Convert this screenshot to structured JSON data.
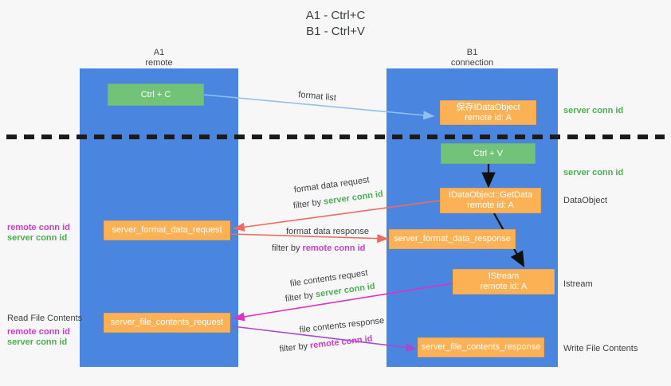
{
  "title": {
    "line1": "A1 - Ctrl+C",
    "line2": "B1 - Ctrl+V"
  },
  "lanes": [
    {
      "name": "A1",
      "sub": "remote"
    },
    {
      "name": "B1",
      "sub": "connection"
    }
  ],
  "nodes": {
    "ctrl_c": "Ctrl + C",
    "ctrl_v": "Ctrl + V",
    "save_dataobject_l1": "保存IDataObject",
    "save_dataobject_l2": "remote id: A",
    "getdata_l1": "IDataObject::GetData",
    "getdata_l2": "remote id: A",
    "istream_l1": "IStream",
    "istream_l2": "remote id: A",
    "server_format_data_request": "server_format_data_request",
    "server_format_data_response": "server_format_data_response",
    "server_file_contents_request": "server_file_contents_request",
    "server_file_contents_response": "server_file_contents_response"
  },
  "right_labels": {
    "conn_id_1": "server conn id",
    "conn_id_2": "server conn id",
    "dataobject": "DataObject",
    "istream": "Istream",
    "write_file_contents": "Write File Contents"
  },
  "left_labels": {
    "remote_conn_id_1": "remote conn id",
    "server_conn_id_1": "server conn id",
    "read_file_contents": "Read File Contents",
    "remote_conn_id_2": "remote conn id",
    "server_conn_id_2": "server conn id"
  },
  "arrow_labels": {
    "format_list": "format list",
    "format_data_request": "format data request",
    "format_data_request_filter_prefix": "filter by ",
    "format_data_request_filter_key": "server conn id",
    "format_data_response": "format data response",
    "format_data_response_filter_prefix": "filter by ",
    "format_data_response_filter_key": "remote conn id",
    "file_contents_request": "file contents request",
    "file_contents_request_filter_prefix": "filter by ",
    "file_contents_request_filter_key": "server conn id",
    "file_contents_response": "file contents response",
    "file_contents_response_filter_prefix": "filter by ",
    "file_contents_response_filter_key": "remote conn id"
  },
  "colors": {
    "lane": "#4a86e0",
    "green_node": "#72c279",
    "orange_node": "#fbb154",
    "server_conn_id": "#4caf50",
    "remote_conn_id": "#c640c6",
    "divider": "#1b1b1b",
    "arrow_blue": "#8fc0ee",
    "arrow_red": "#ee6b5e",
    "arrow_magenta": "#e030c0",
    "arrow_purple": "#a64bd0",
    "arrow_black": "#101010",
    "background": "#f7f7f7"
  }
}
